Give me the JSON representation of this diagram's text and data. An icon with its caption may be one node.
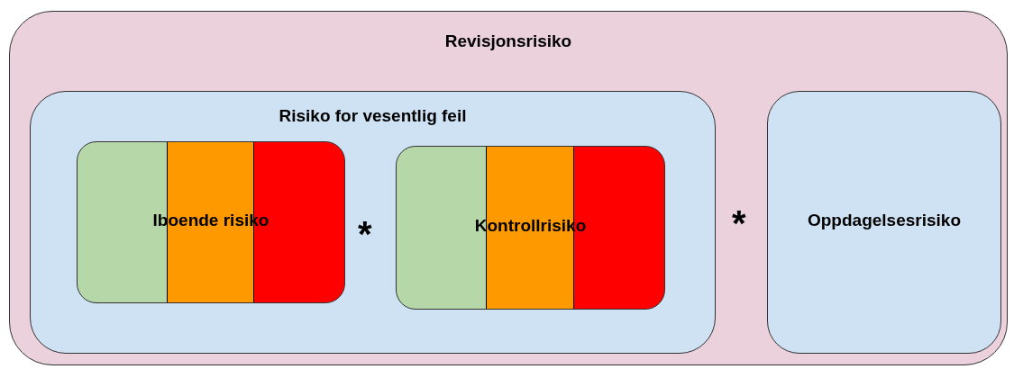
{
  "diagram": {
    "nodes": [
      {
        "text": [
          "Revisjonsrisiko"
        ]
      },
      {
        "text": [
          "Risiko for vesentlig feil"
        ],
        "in": 0
      },
      {
        "text": [
          "Iboende risiko"
        ],
        "in": 1
      },
      {
        "text": [
          "Kontrollrisiko"
        ],
        "in": 1
      },
      {
        "text": [
          "Oppdagelsesrisiko"
        ],
        "in": 0
      }
    ],
    "labels": [
      "*",
      "*"
    ]
  }
}
